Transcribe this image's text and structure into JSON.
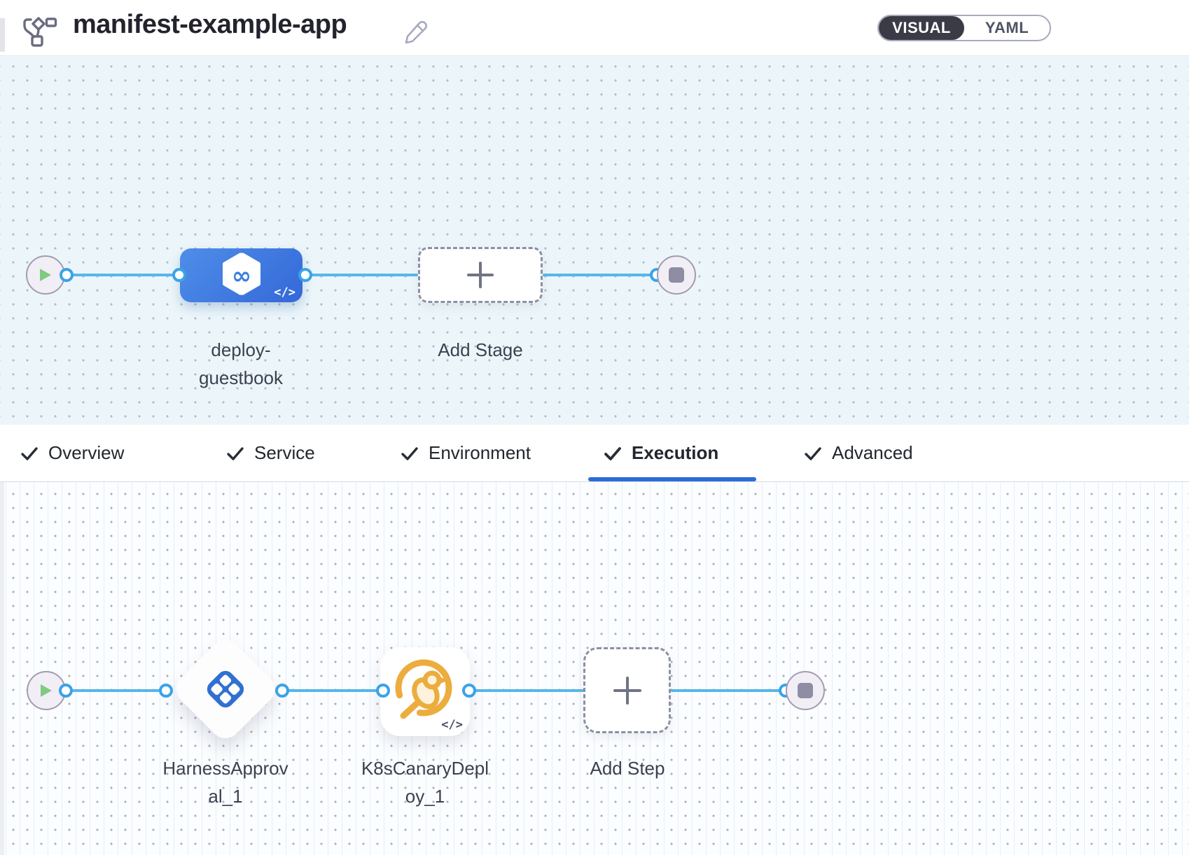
{
  "header": {
    "title": "manifest-example-app",
    "view_toggle": {
      "visual": "VISUAL",
      "yaml": "YAML",
      "selected": "VISUAL"
    }
  },
  "icons": {
    "code_chip": "</>",
    "infinity": "∞"
  },
  "stage_pipeline": {
    "stage_name": "deploy-guestbook",
    "add_stage_label": "Add Stage"
  },
  "tabs": {
    "items": [
      {
        "label": "Overview",
        "checked": true,
        "active": false
      },
      {
        "label": "Service",
        "checked": true,
        "active": false
      },
      {
        "label": "Environment",
        "checked": true,
        "active": false
      },
      {
        "label": "Execution",
        "checked": true,
        "active": true
      },
      {
        "label": "Advanced",
        "checked": true,
        "active": false
      }
    ]
  },
  "execution": {
    "steps": [
      {
        "name": "HarnessApproval_1",
        "type": "harness-approval"
      },
      {
        "name": "K8sCanaryDeploy_1",
        "type": "k8s-canary-deploy"
      }
    ],
    "add_step_label": "Add Step"
  },
  "colors": {
    "accent_blue": "#2b6cd9",
    "connector_blue": "#58b7e9",
    "stage_blue": "#3d7de2",
    "approval_blue": "#3170d2",
    "canary_gold": "#ecac3e",
    "toggle_dark": "#3a3b47",
    "canvas_top_bg": "#ecf6fa"
  }
}
